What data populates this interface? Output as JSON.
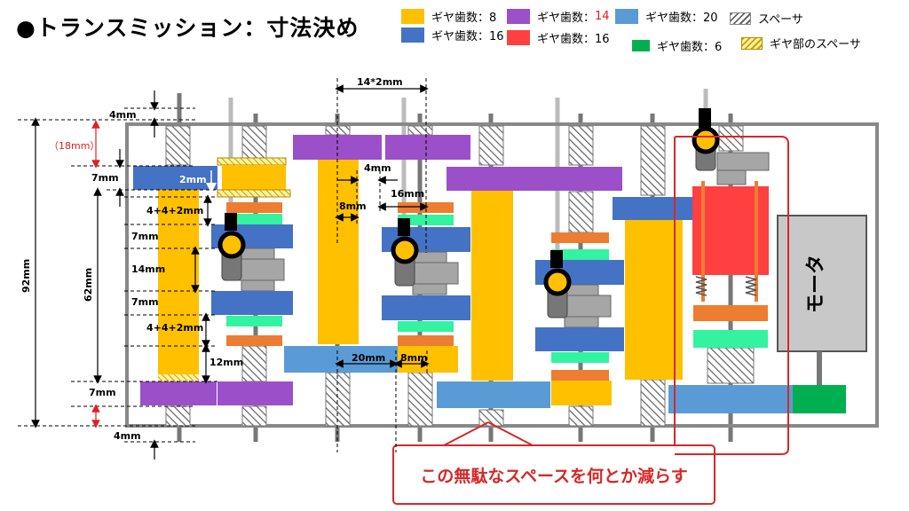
{
  "title": "●トランスミッション：寸法決め",
  "legend": [
    {
      "label": "ギヤ歯数：8",
      "color": "#FFC000",
      "kind": "solid"
    },
    {
      "label": "ギヤ歯数：16",
      "color": "#4472C4",
      "kind": "solid"
    },
    {
      "label_pre": "ギヤ歯数：",
      "label_num": "14",
      "color": "#9B4FC8",
      "kind": "solid"
    },
    {
      "label": "ギヤ歯数：16",
      "color": "#FF4040",
      "kind": "solid"
    },
    {
      "label": "ギヤ歯数：20",
      "color": "#5B9BD5",
      "kind": "solid"
    },
    {
      "label": "ギヤ歯数：6",
      "color": "#00B050",
      "kind": "solid"
    },
    {
      "label": "スペーサ",
      "kind": "hatch"
    },
    {
      "label": "ギヤ部のスペーサ",
      "kind": "hatchy"
    }
  ],
  "dimensions": {
    "top_4mm": "4mm",
    "red_18mm": "（18mm）",
    "d7a": "7mm",
    "d2": "2mm",
    "d442a": "4+4+2mm",
    "d7b": "7mm",
    "d14": "14mm",
    "d7c": "7mm",
    "d442b": "4+4+2mm",
    "d12": "12mm",
    "d7d": "7mm",
    "bottom_4mm": "4mm",
    "d92": "92mm",
    "d62": "62mm",
    "d142": "14*2mm",
    "d4": "4mm",
    "d8": "8mm",
    "d16": "16mm",
    "d20": "20mm",
    "d8b": "8mm"
  },
  "motor_label": "モータ",
  "callout": "この無駄なスペースを何とか減らす",
  "colors": {
    "yellow": "#FFC000",
    "blue": "#4472C4",
    "purple": "#9B4FC8",
    "red": "#FF4040",
    "lightblue": "#5B9BD5",
    "green": "#00B050",
    "mint": "#33F2A0",
    "orange": "#ED7D31",
    "gray": "#A6A6A6",
    "callout": "#D62828"
  }
}
